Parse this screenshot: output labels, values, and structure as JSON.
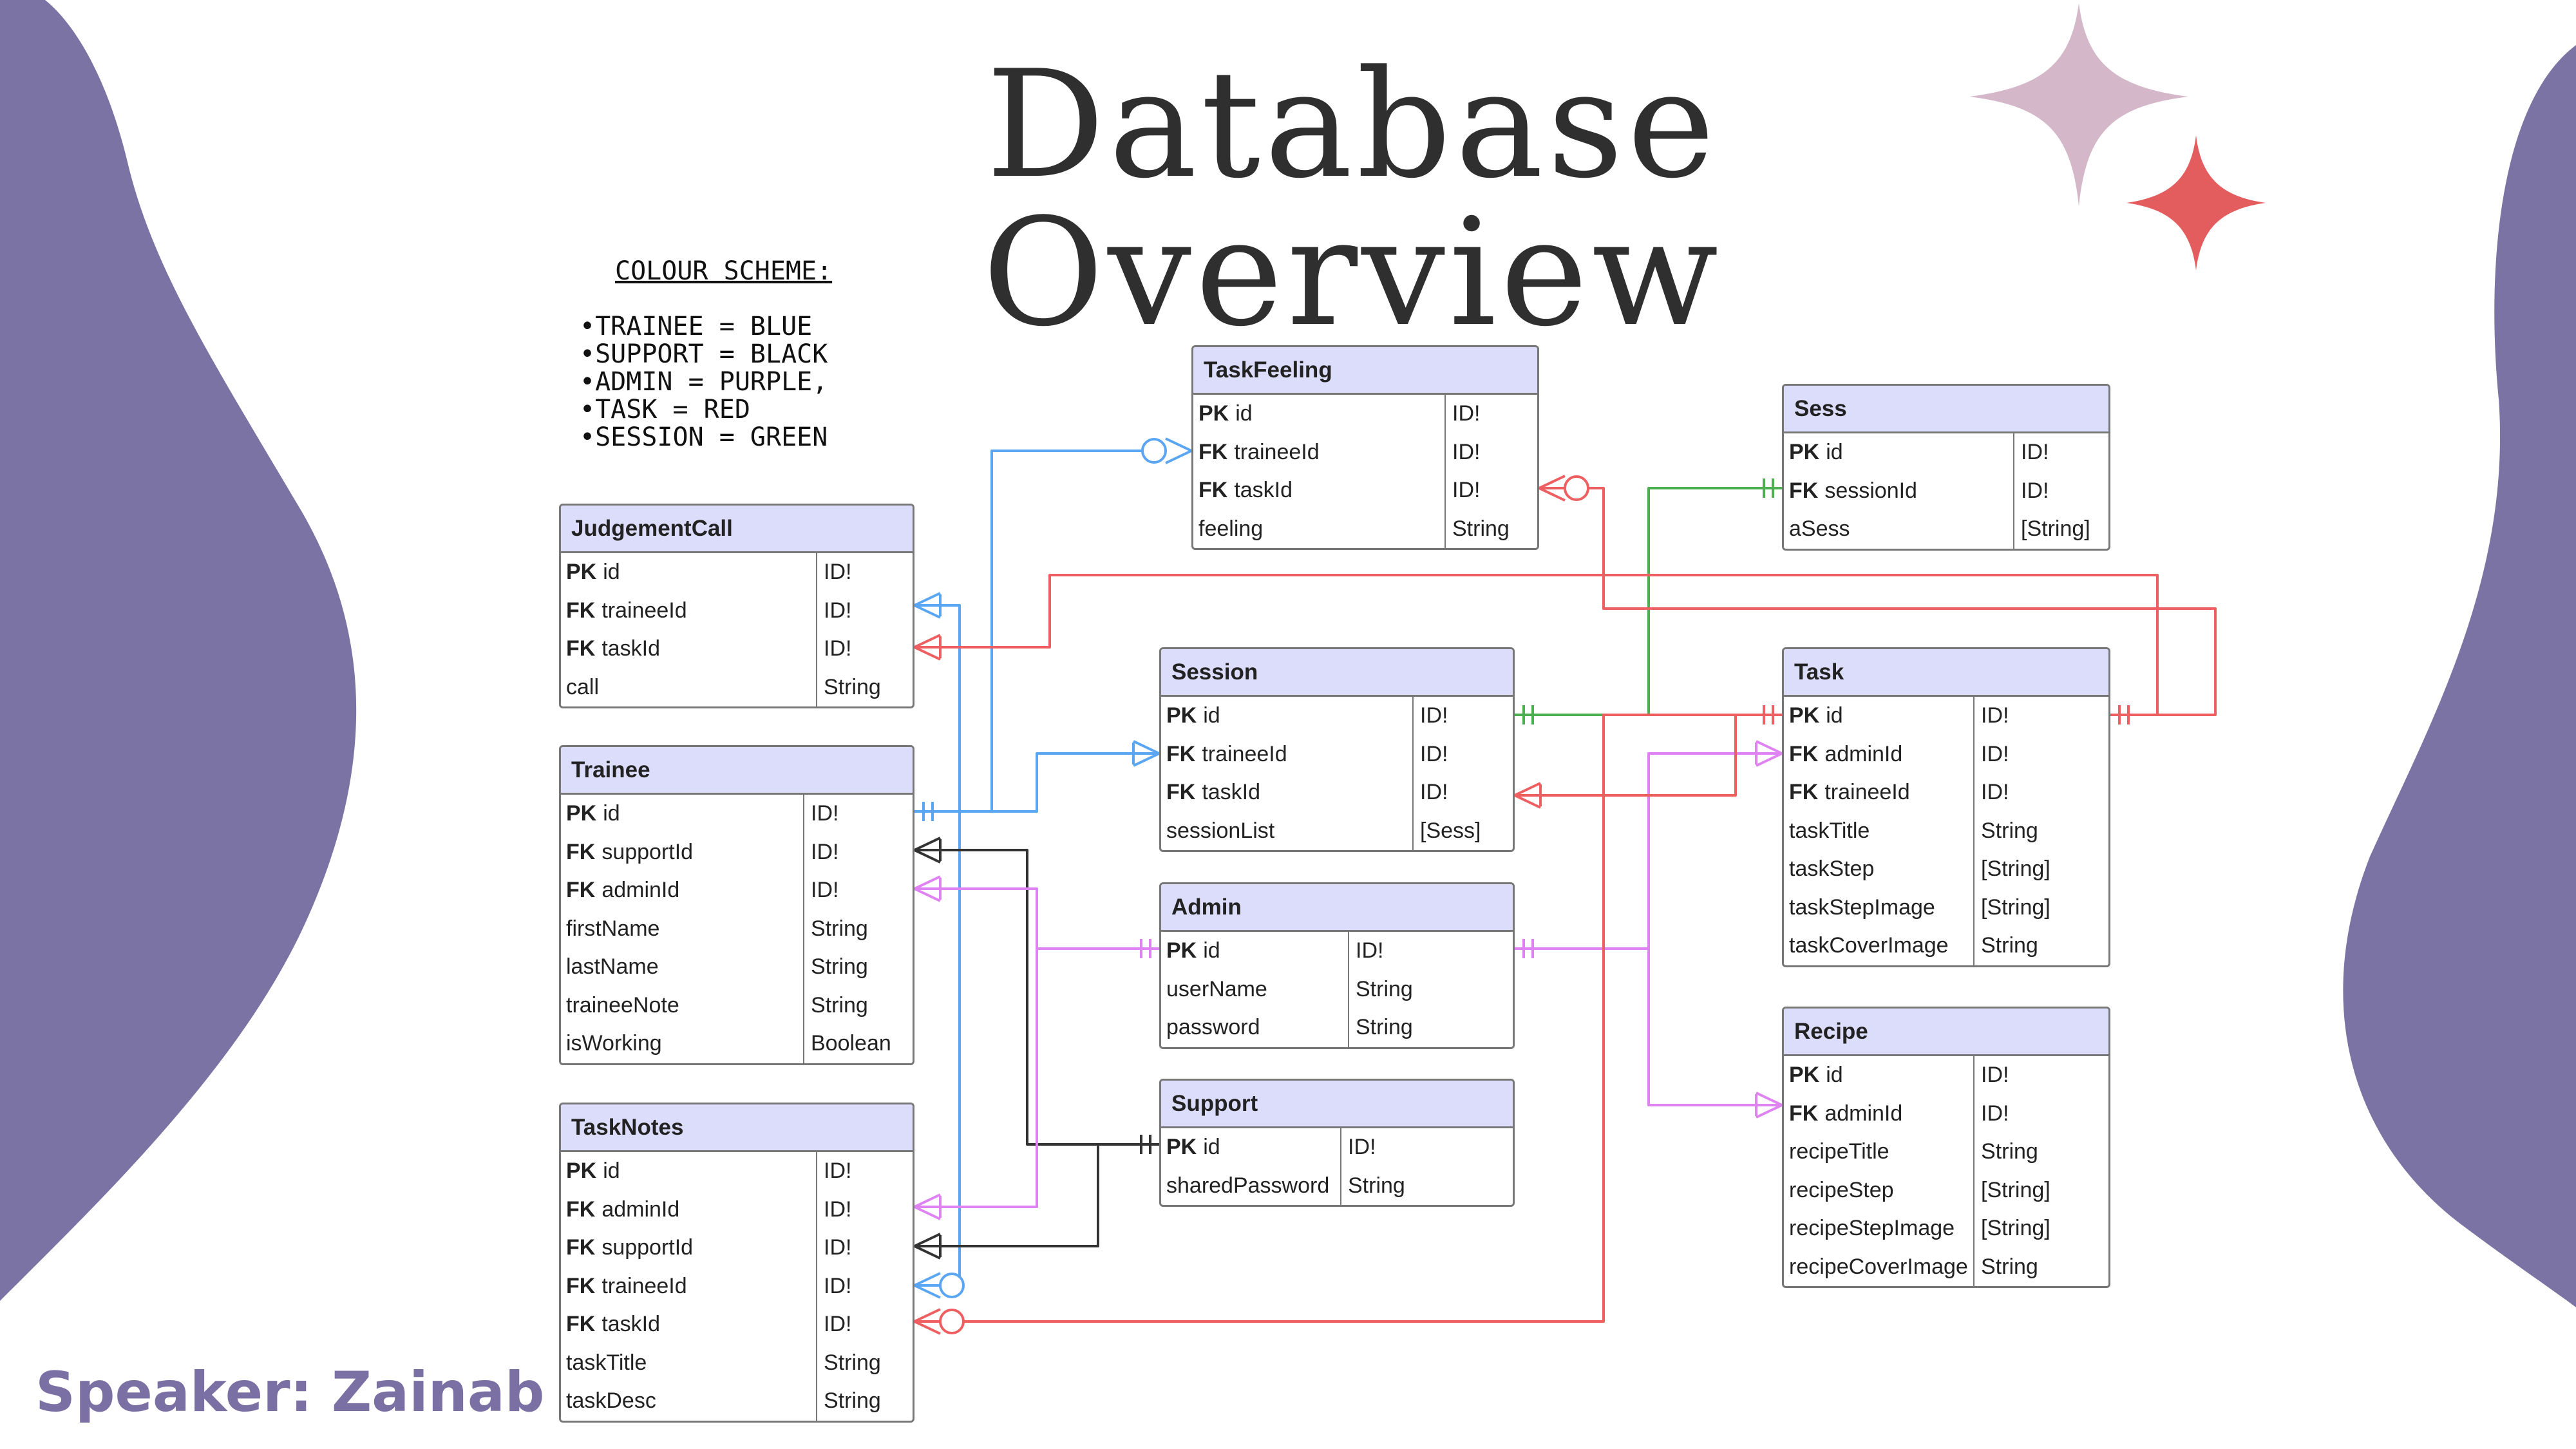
{
  "title": "Database Overview",
  "speaker": "Speaker: Zainab",
  "colour_scheme": {
    "heading": "COLOUR SCHEME:",
    "items": [
      "TRAINEE = BLUE",
      "SUPPORT = BLACK",
      "ADMIN = PURPLE,",
      "TASK = RED",
      "SESSION = GREEN"
    ]
  },
  "colors": {
    "trainee": "#5aa6f2",
    "support": "#333333",
    "admin": "#e083f2",
    "task": "#ee5f61",
    "session": "#4caf50",
    "header_fill": "#dcdcfb",
    "blob": "#7b73a4",
    "star_pink": "#d4b7c9",
    "star_red": "#e35d5f"
  },
  "entities": {
    "judgementCall": {
      "name": "JudgementCall",
      "fields": [
        {
          "key": "PK",
          "name": "id",
          "type": "ID!"
        },
        {
          "key": "FK",
          "name": "traineeId",
          "type": "ID!"
        },
        {
          "key": "FK",
          "name": "taskId",
          "type": "ID!"
        },
        {
          "key": "",
          "name": "call",
          "type": "String"
        }
      ]
    },
    "trainee": {
      "name": "Trainee",
      "fields": [
        {
          "key": "PK",
          "name": "id",
          "type": "ID!"
        },
        {
          "key": "FK",
          "name": "supportId",
          "type": "ID!"
        },
        {
          "key": "FK",
          "name": "adminId",
          "type": "ID!"
        },
        {
          "key": "",
          "name": "firstName",
          "type": "String"
        },
        {
          "key": "",
          "name": "lastName",
          "type": "String"
        },
        {
          "key": "",
          "name": "traineeNote",
          "type": "String"
        },
        {
          "key": "",
          "name": "isWorking",
          "type": "Boolean"
        }
      ]
    },
    "taskNotes": {
      "name": "TaskNotes",
      "fields": [
        {
          "key": "PK",
          "name": "id",
          "type": "ID!"
        },
        {
          "key": "FK",
          "name": "adminId",
          "type": "ID!"
        },
        {
          "key": "FK",
          "name": "supportId",
          "type": "ID!"
        },
        {
          "key": "FK",
          "name": "traineeId",
          "type": "ID!"
        },
        {
          "key": "FK",
          "name": "taskId",
          "type": "ID!"
        },
        {
          "key": "",
          "name": "taskTitle",
          "type": "String"
        },
        {
          "key": "",
          "name": "taskDesc",
          "type": "String"
        }
      ]
    },
    "taskFeeling": {
      "name": "TaskFeeling",
      "fields": [
        {
          "key": "PK",
          "name": "id",
          "type": "ID!"
        },
        {
          "key": "FK",
          "name": "traineeId",
          "type": "ID!"
        },
        {
          "key": "FK",
          "name": "taskId",
          "type": "ID!"
        },
        {
          "key": "",
          "name": "feeling",
          "type": "String"
        }
      ]
    },
    "session": {
      "name": "Session",
      "fields": [
        {
          "key": "PK",
          "name": "id",
          "type": "ID!"
        },
        {
          "key": "FK",
          "name": "traineeId",
          "type": "ID!"
        },
        {
          "key": "FK",
          "name": "taskId",
          "type": "ID!"
        },
        {
          "key": "",
          "name": "sessionList",
          "type": "[Sess]"
        }
      ]
    },
    "admin": {
      "name": "Admin",
      "fields": [
        {
          "key": "PK",
          "name": "id",
          "type": "ID!"
        },
        {
          "key": "",
          "name": "userName",
          "type": "String"
        },
        {
          "key": "",
          "name": "password",
          "type": "String"
        }
      ]
    },
    "support": {
      "name": "Support",
      "fields": [
        {
          "key": "PK",
          "name": "id",
          "type": "ID!"
        },
        {
          "key": "",
          "name": "sharedPassword",
          "type": "String"
        }
      ]
    },
    "sess": {
      "name": "Sess",
      "fields": [
        {
          "key": "PK",
          "name": "id",
          "type": "ID!"
        },
        {
          "key": "FK",
          "name": "sessionId",
          "type": "ID!"
        },
        {
          "key": "",
          "name": "aSess",
          "type": "[String]"
        }
      ]
    },
    "task": {
      "name": "Task",
      "fields": [
        {
          "key": "PK",
          "name": "id",
          "type": "ID!"
        },
        {
          "key": "FK",
          "name": "adminId",
          "type": "ID!"
        },
        {
          "key": "FK",
          "name": "traineeId",
          "type": "ID!"
        },
        {
          "key": "",
          "name": "taskTitle",
          "type": "String"
        },
        {
          "key": "",
          "name": "taskStep",
          "type": "[String]"
        },
        {
          "key": "",
          "name": "taskStepImage",
          "type": "[String]"
        },
        {
          "key": "",
          "name": "taskCoverImage",
          "type": "String"
        }
      ]
    },
    "recipe": {
      "name": "Recipe",
      "fields": [
        {
          "key": "PK",
          "name": "id",
          "type": "ID!"
        },
        {
          "key": "FK",
          "name": "adminId",
          "type": "ID!"
        },
        {
          "key": "",
          "name": "recipeTitle",
          "type": "String"
        },
        {
          "key": "",
          "name": "recipeStep",
          "type": "[String]"
        },
        {
          "key": "",
          "name": "recipeStepImage",
          "type": "[String]"
        },
        {
          "key": "",
          "name": "recipeCoverImage",
          "type": "String"
        }
      ]
    }
  }
}
